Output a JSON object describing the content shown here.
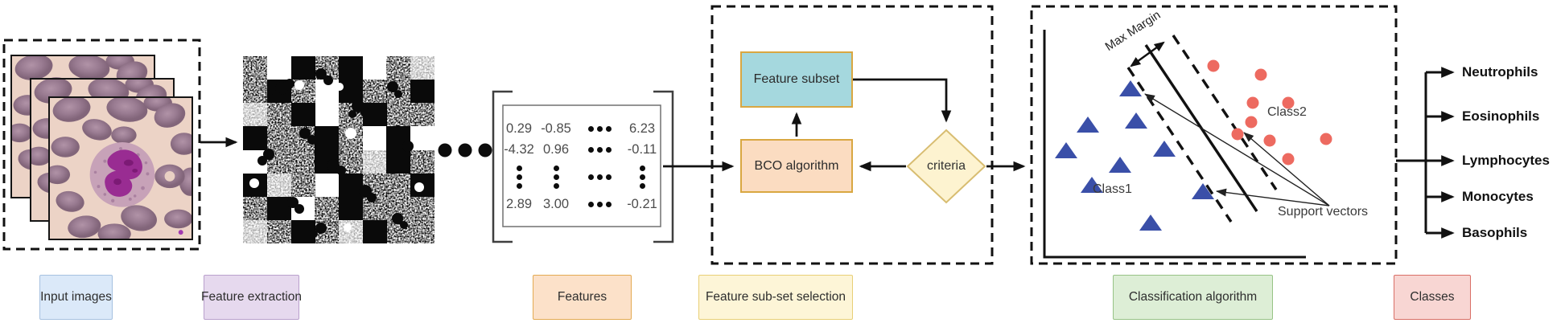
{
  "legend": {
    "input_images": "Input images",
    "feature_extraction": "Feature extraction",
    "features": "Features",
    "feature_subset_selection": "Feature sub-set selection",
    "classification_algorithm": "Classification algorithm",
    "classes": "Classes"
  },
  "selection": {
    "feature_subset": "Feature subset",
    "bco_algorithm": "BCO algorithm",
    "criteria": "criteria"
  },
  "matrix": {
    "rows": [
      [
        "0.29",
        "-0.85",
        "6.23"
      ],
      [
        "-4.32",
        "0.96",
        "-0.11"
      ],
      [
        "2.89",
        "3.00",
        "-0.21"
      ]
    ]
  },
  "svm": {
    "max_margin": "Max Margin",
    "class1": "Class1",
    "class2": "Class2",
    "support_vectors": "Support vectors"
  },
  "classes_list": [
    "Neutrophils",
    "Eosinophils",
    "Lymphocytes",
    "Monocytes",
    "Basophils"
  ],
  "colors": {
    "class1_triangle": "#3a4fa8",
    "class2_circle": "#ed6a60",
    "feature_subset_fill": "#a5d8de",
    "bco_fill": "#fbdcc1",
    "criteria_fill": "#fdf3d0",
    "accent_border": "#d9a741"
  }
}
